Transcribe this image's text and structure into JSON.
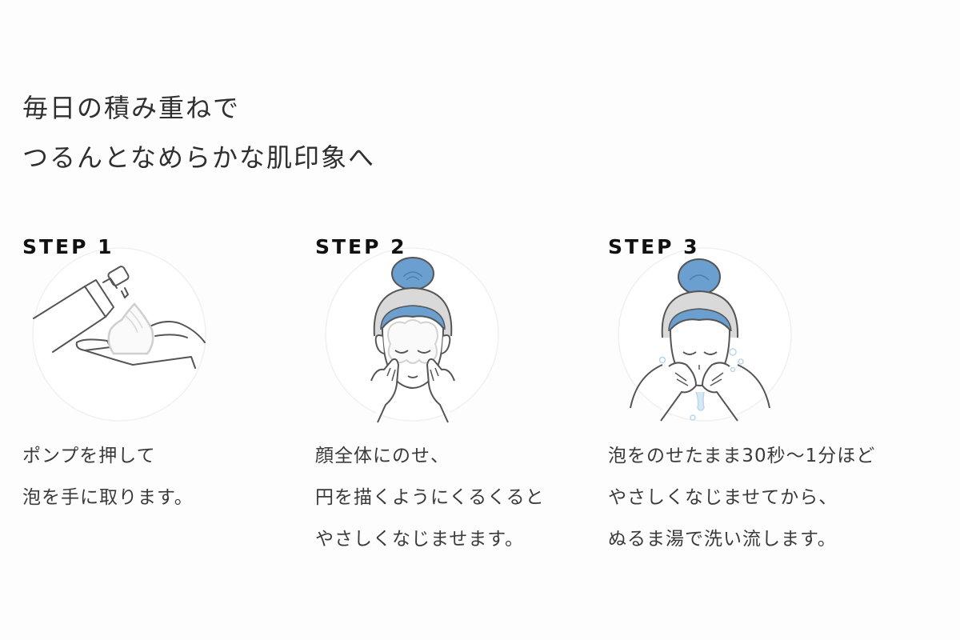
{
  "headline": {
    "line1": "毎日の積み重ねで",
    "line2": "つるんとなめらかな肌印象へ"
  },
  "colors": {
    "text": "#333333",
    "step_label": "#111111",
    "accent_blue": "#6a9fcf",
    "line_gray": "#555555",
    "headband_gray": "#d9d9d9",
    "foam_gray": "#cfcfcf",
    "water_blue": "#b9d6ea",
    "background": "#fdfdfd"
  },
  "steps": [
    {
      "label": "STEP 1",
      "icon": "pump-bottle-foam-hand-icon",
      "lines": [
        "ポンプを押して",
        "泡を手に取ります。"
      ]
    },
    {
      "label": "STEP 2",
      "icon": "face-foam-massage-icon",
      "lines": [
        "顔全体にのせ、",
        "円を描くようにくるくると",
        "やさしくなじませます。"
      ]
    },
    {
      "label": "STEP 3",
      "icon": "face-rinse-water-icon",
      "lines": [
        "泡をのせたまま30秒〜1分ほど",
        "やさしくなじませてから、",
        "ぬるま湯で洗い流します。"
      ]
    }
  ]
}
